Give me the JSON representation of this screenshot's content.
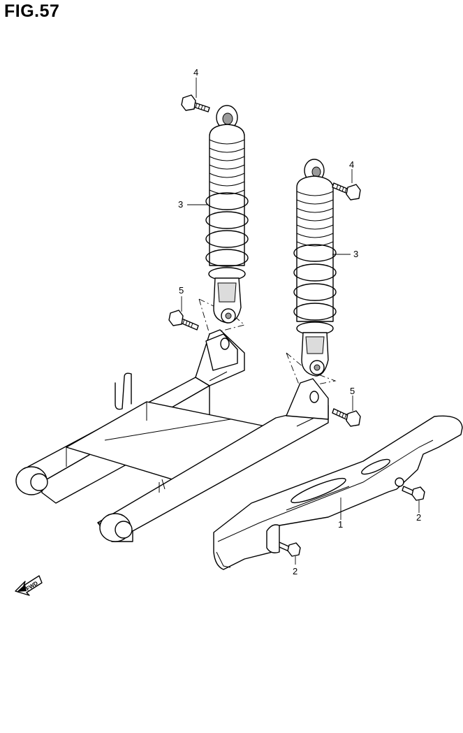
{
  "figure": {
    "title": "FIG.57"
  },
  "callouts": {
    "c1": "1",
    "c2a": "2",
    "c2b": "2",
    "c3a": "3",
    "c3b": "3",
    "c4a": "4",
    "c4b": "4",
    "c5a": "5",
    "c5b": "5"
  },
  "fwd_arrow": {
    "label": "FWD",
    "icon": "fwd-arrow-icon"
  },
  "parts": [
    {
      "ref": "1",
      "name": "chain-case"
    },
    {
      "ref": "2",
      "name": "chain-case-bolt"
    },
    {
      "ref": "3",
      "name": "rear-shock-absorber"
    },
    {
      "ref": "4",
      "name": "upper-mounting-bolt"
    },
    {
      "ref": "5",
      "name": "lower-mounting-bolt"
    }
  ]
}
